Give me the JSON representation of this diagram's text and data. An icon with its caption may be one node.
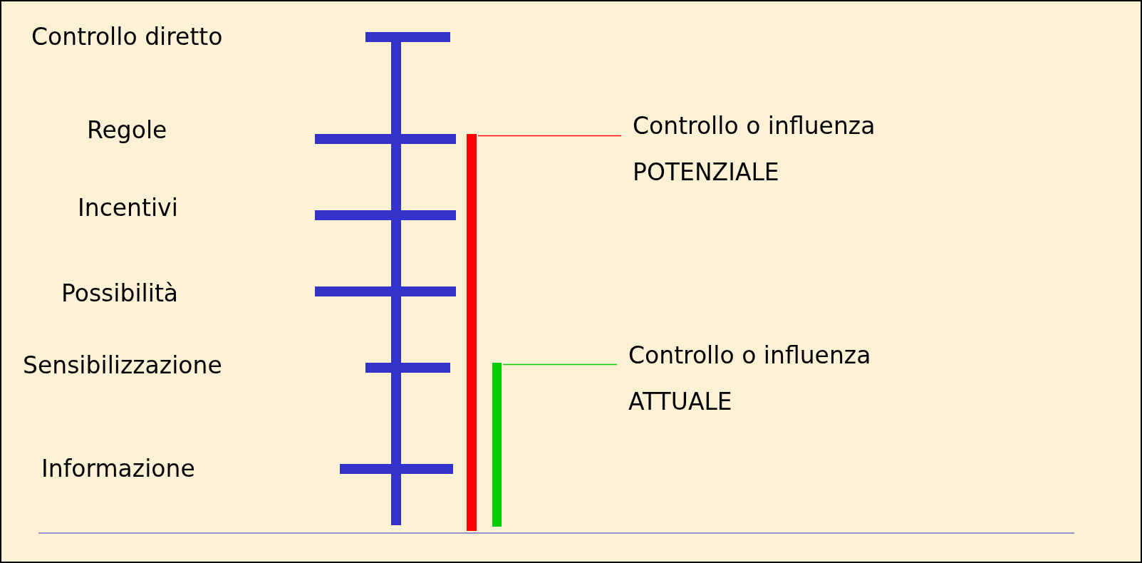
{
  "diagram": {
    "nodes": [
      {
        "text": [
          "Controllo o influenza",
          "POTENZIALE"
        ]
      },
      {
        "text": [],
        "shape": "bar"
      },
      {
        "text": [
          "Controllo o influenza",
          "ATTUALE"
        ]
      },
      {
        "text": [],
        "shape": "bar"
      }
    ],
    "edges": [
      {
        "from": 0,
        "to": 1,
        "arrow": "none",
        "color": "#ff0000"
      },
      {
        "from": 2,
        "to": 3,
        "arrow": "none",
        "color": "#00cc00"
      }
    ],
    "labels": [
      "Controllo diretto",
      "Regole",
      "Incentivi",
      "Possibilità",
      "Sensibilizzazione",
      "Informazione"
    ]
  }
}
